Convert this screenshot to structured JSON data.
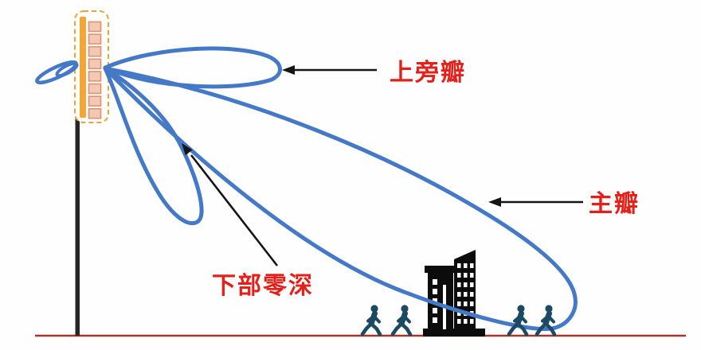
{
  "diagram": {
    "labels": {
      "upper_side_lobe": "上旁瓣",
      "main_lobe": "主瓣",
      "lower_null": "下部零深"
    },
    "antenna": {
      "element_count": 8
    },
    "pedestrian_count": 4,
    "colors": {
      "lobe_blue": "#4379c6",
      "label_red": "#e3211a",
      "ground_red": "#a8342a",
      "arrow_black": "#151515",
      "pole_black": "#262626",
      "antenna_outline_orange": "#e9a43f",
      "antenna_bar_orange": "#f1a63a",
      "antenna_cell_fill": "#f5c8b4",
      "antenna_cell_border": "#db9375",
      "building_black": "#0c0c0c",
      "person_navy": "#1d4a63"
    }
  }
}
